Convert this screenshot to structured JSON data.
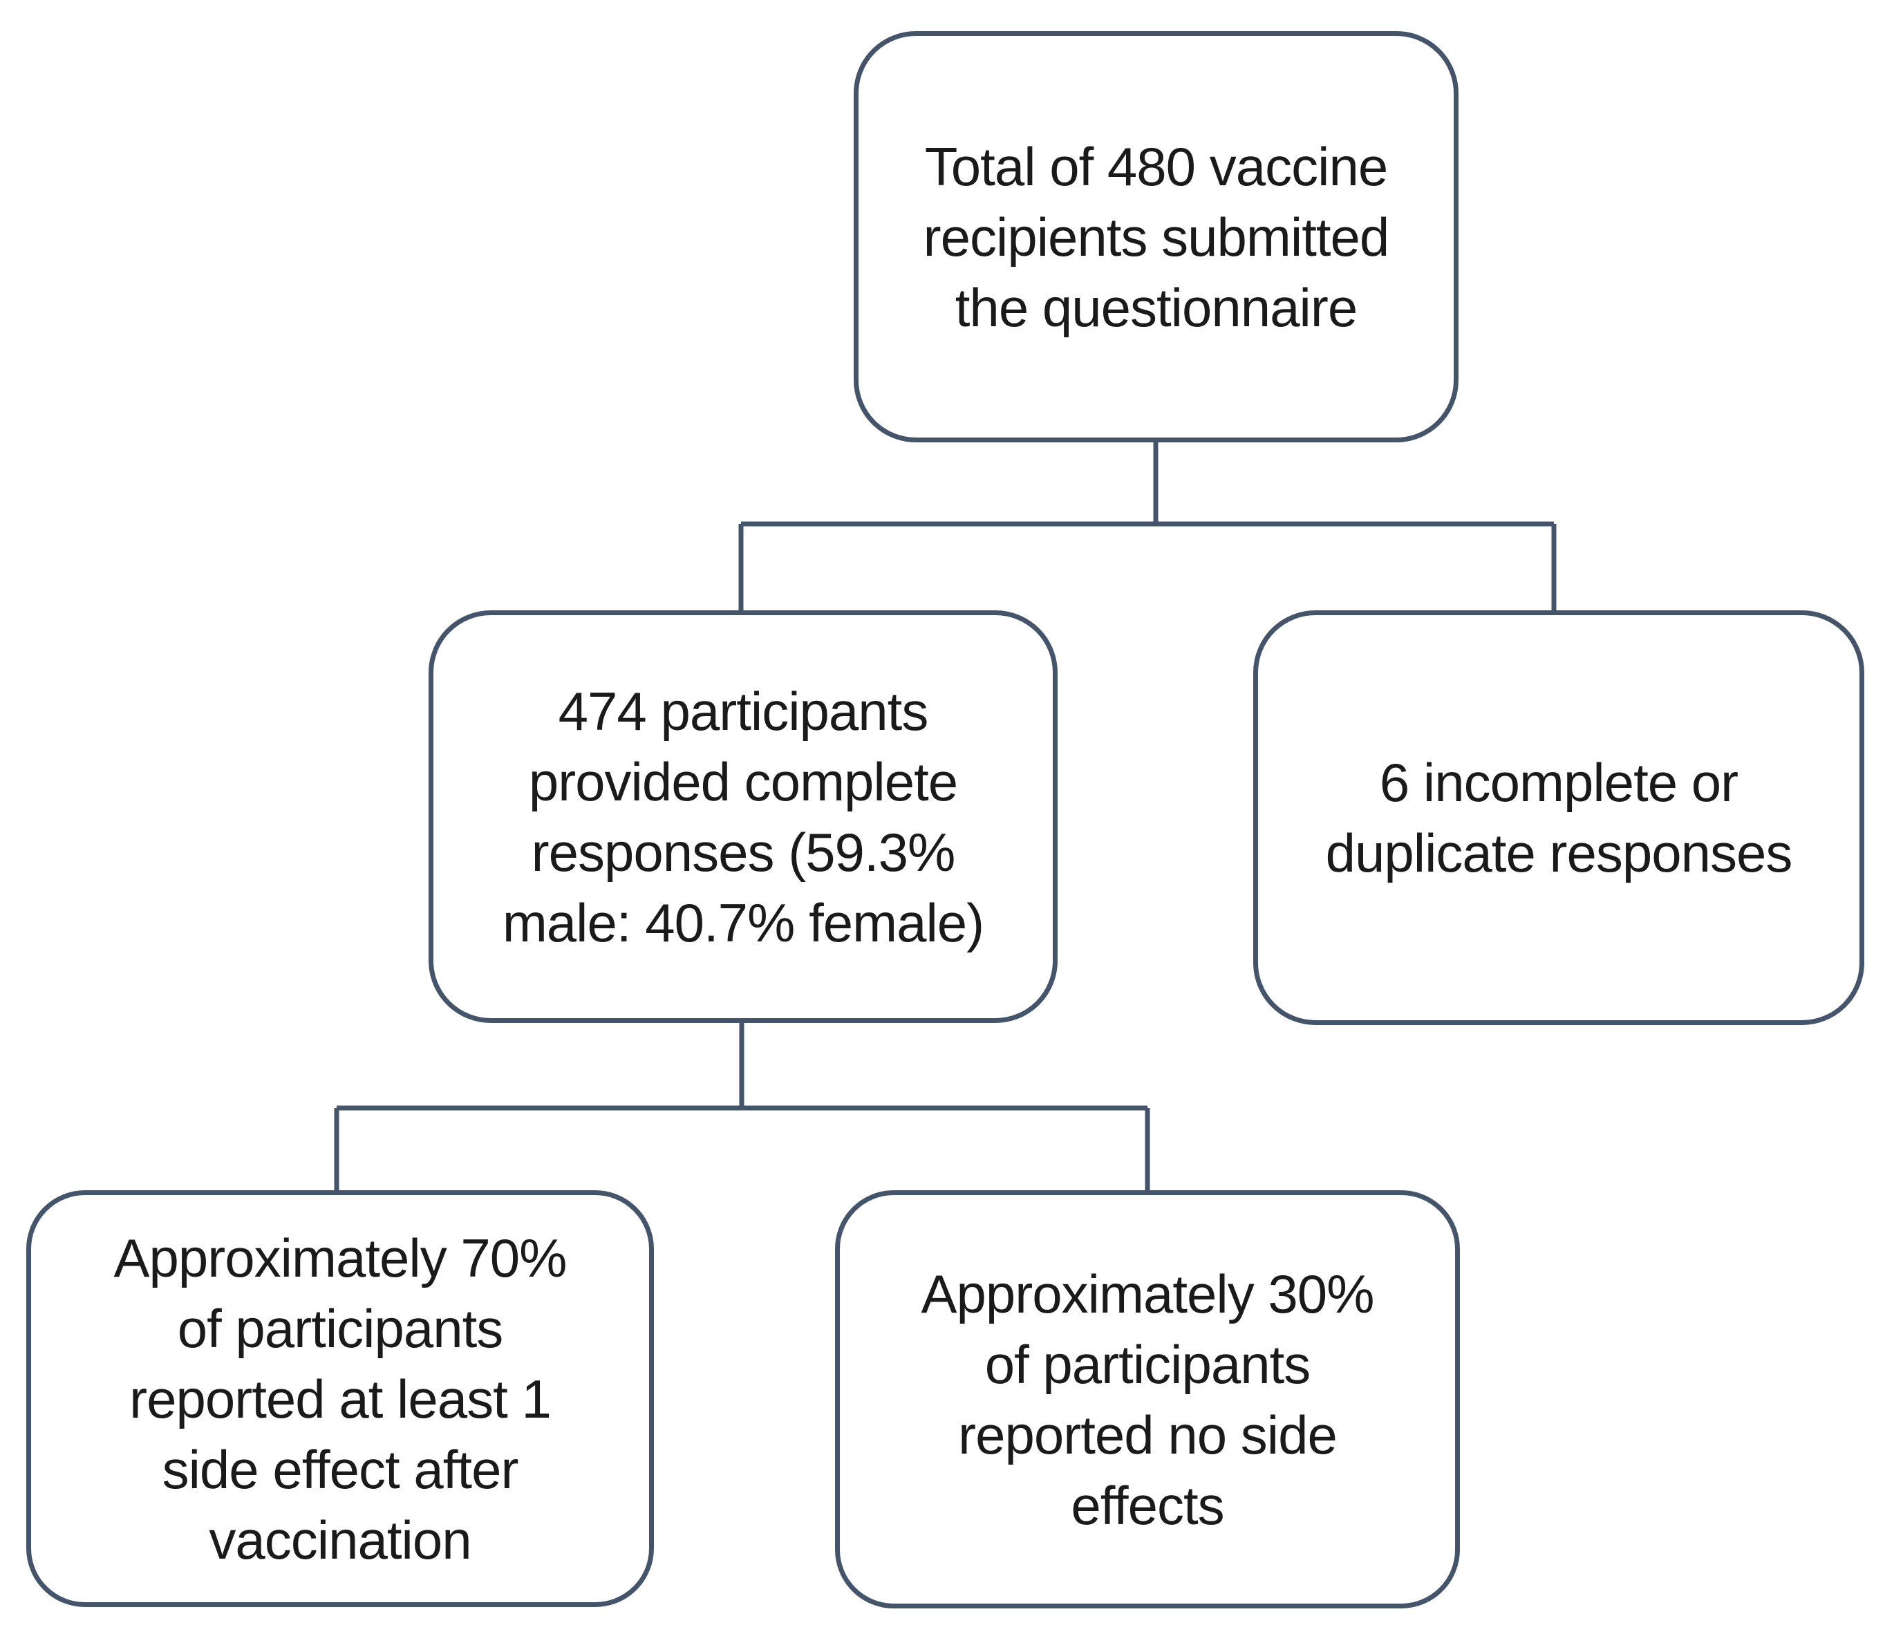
{
  "figure": {
    "type": "flowchart",
    "background_color": "#ffffff",
    "box_border_color": "#44546a",
    "connector_color": "#44546a",
    "text_color": "#1a1a1a"
  },
  "nodes": {
    "total": {
      "lines": [
        "Total of 480 vaccine",
        "recipients submitted",
        "the questionnaire"
      ]
    },
    "complete_responses": {
      "lines": [
        "474 participants",
        "provided complete",
        "responses (59.3%",
        "male: 40.7% female)"
      ]
    },
    "excluded_responses": {
      "lines": [
        "6 incomplete or",
        "duplicate responses"
      ]
    },
    "with_side_effects": {
      "lines": [
        "Approximately 70%",
        "of participants",
        "reported at least 1",
        "side effect after",
        "vaccination"
      ]
    },
    "no_side_effects": {
      "lines": [
        "Approximately 30%",
        "of participants",
        "reported no side",
        "effects"
      ]
    }
  }
}
